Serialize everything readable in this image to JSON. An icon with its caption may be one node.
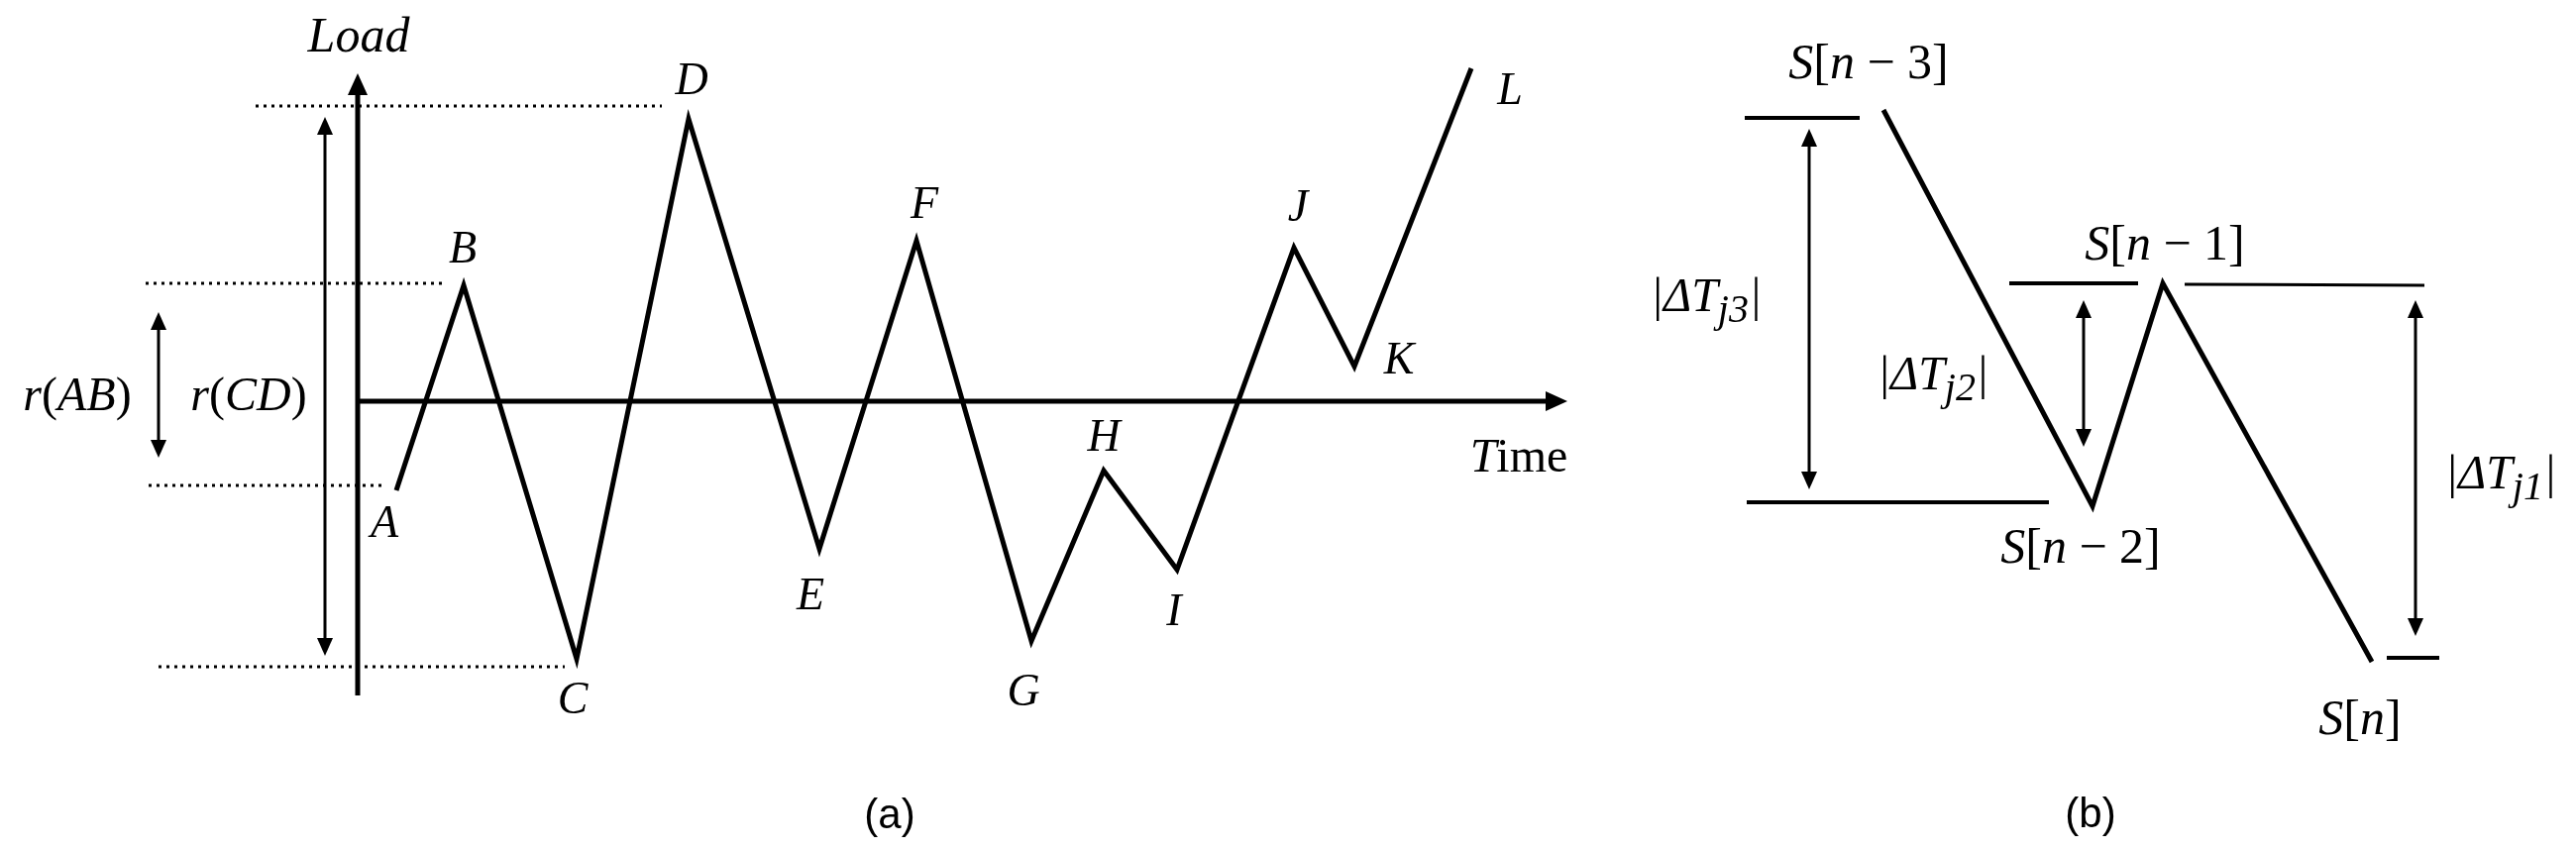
{
  "diagram": {
    "labels": [
      "Load",
      "D",
      "L",
      "F",
      "J",
      "B",
      "K",
      "*r*(*AB*)",
      "*r*(*CD*)",
      "H",
      "Time",
      "A",
      "E",
      "I",
      "C",
      "G",
      "(a)",
      "*S*[*n* − 3]",
      "*S*[*n* − 1]",
      "|ΔT$_{j3}$|",
      "|ΔT$_{j2}$|",
      "|ΔT$_{j1}$|",
      "*S*[*n* − 2]",
      "*S*[*n*]",
      "(b)"
    ]
  }
}
